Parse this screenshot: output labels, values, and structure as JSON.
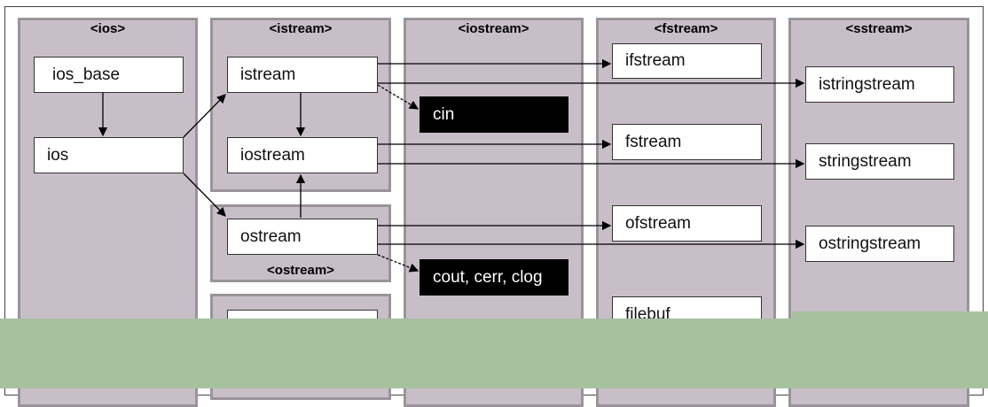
{
  "headers": {
    "ios": "<ios>",
    "istream": "<istream>",
    "iostream": "<iostream>",
    "fstream": "<fstream>",
    "sstream": "<sstream>",
    "ostream": "<ostream>"
  },
  "classes": {
    "ios_base": "ios_base",
    "ios": "ios",
    "istream": "istream",
    "iostream": "iostream",
    "ostream": "ostream",
    "cin": "cin",
    "cout": "cout, cerr, clog",
    "ifstream": "ifstream",
    "fstream": "fstream",
    "ofstream": "ofstream",
    "filebuf": "filebuf",
    "istringstream": "istringstream",
    "stringstream": "stringstream",
    "ostringstream": "ostringstream"
  },
  "colors": {
    "column": "#c8bec8",
    "object": "#000000",
    "overlay": "#a7c19f"
  }
}
